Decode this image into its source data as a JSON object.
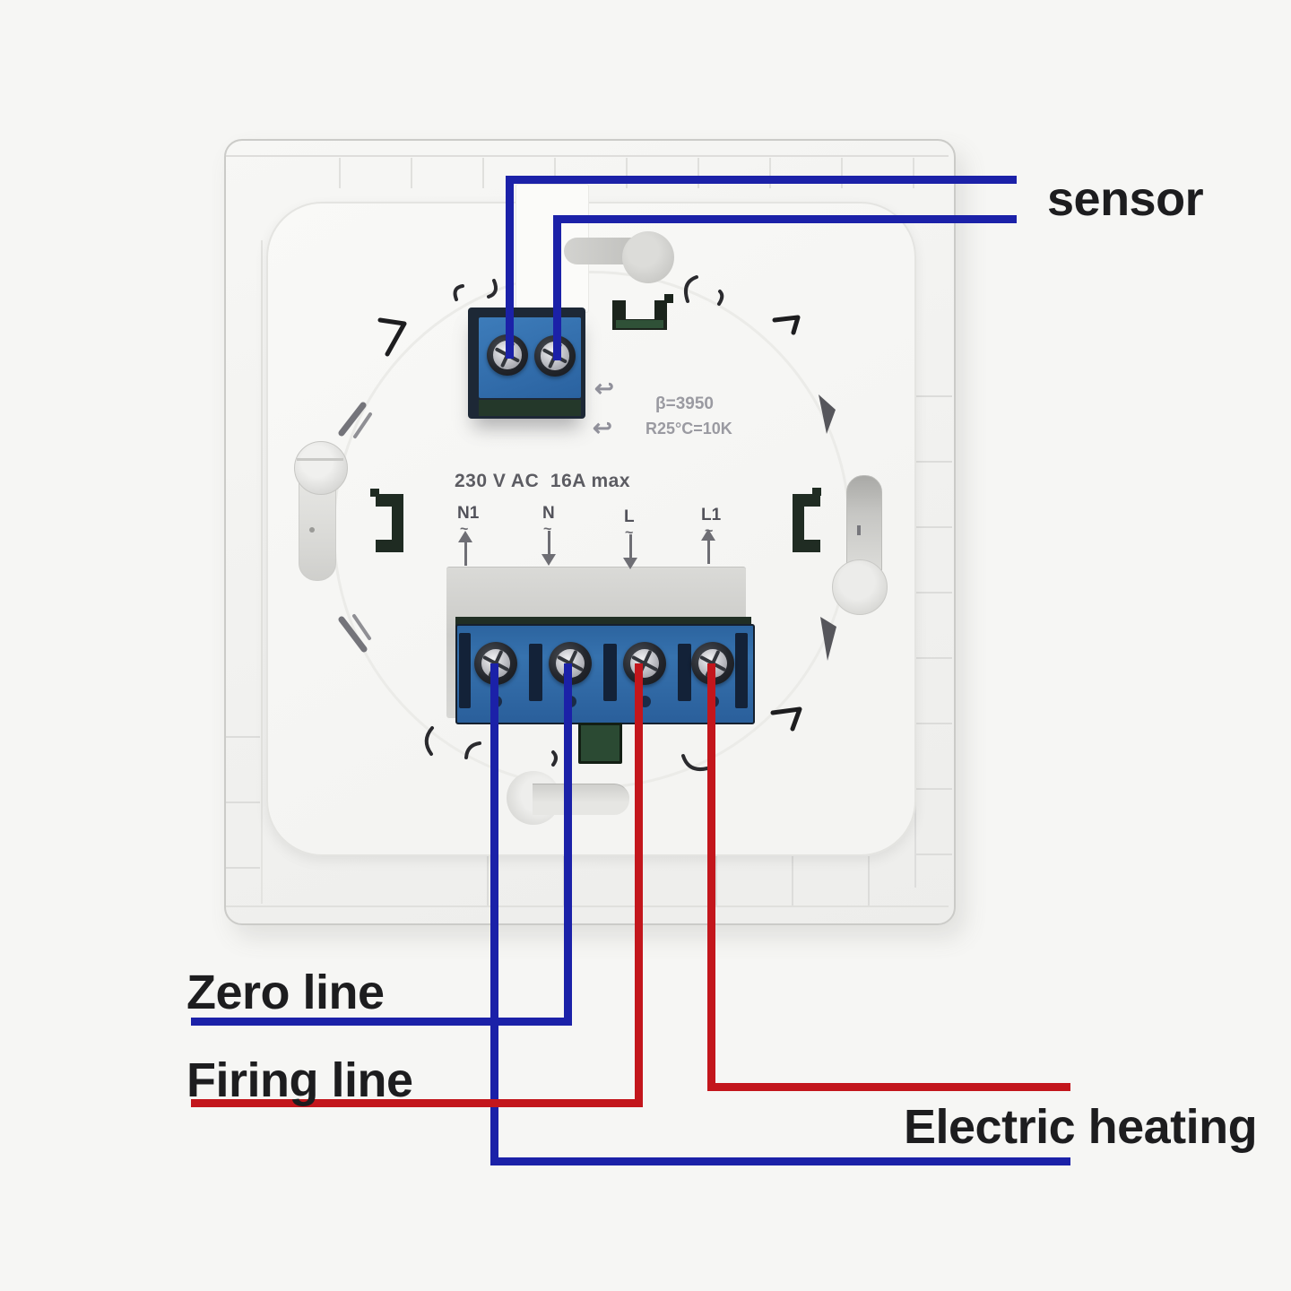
{
  "annotations": {
    "sensor": "sensor",
    "zero_line": "Zero line",
    "firing_line": "Firing line",
    "electric_heating": "Electric heating"
  },
  "device": {
    "rating_text": "230 V AC  16A max",
    "sensor_spec": {
      "beta": "β=3950",
      "r25": "R25°C=10K"
    },
    "terminals": [
      {
        "label": "N1",
        "arrow": "up"
      },
      {
        "label": "N",
        "arrow": "down"
      },
      {
        "label": "L",
        "arrow": "down"
      },
      {
        "label": "L1",
        "arrow": "up"
      }
    ],
    "tilde": "~"
  },
  "icons": {
    "hook_arrow": "↩"
  },
  "colors": {
    "wire_blue": "#1b21a8",
    "wire_red": "#c3161c",
    "terminal_block_blue": "#2f6fb0",
    "terminal_block_dark": "#1d2836",
    "pcb_green": "#2b4a33",
    "label_text": "#1d1d1f",
    "print_text": "#5c5c62"
  },
  "connections": [
    {
      "wire": "blue",
      "from": "sensor-terminal-left",
      "to": "sensor"
    },
    {
      "wire": "blue",
      "from": "sensor-terminal-right",
      "to": "sensor"
    },
    {
      "wire": "blue",
      "from": "N",
      "to": "Zero line"
    },
    {
      "wire": "red",
      "from": "L",
      "to": "Firing line"
    },
    {
      "wire": "blue",
      "from": "N1",
      "to": "Electric heating"
    },
    {
      "wire": "red",
      "from": "L1",
      "to": "Electric heating"
    }
  ]
}
